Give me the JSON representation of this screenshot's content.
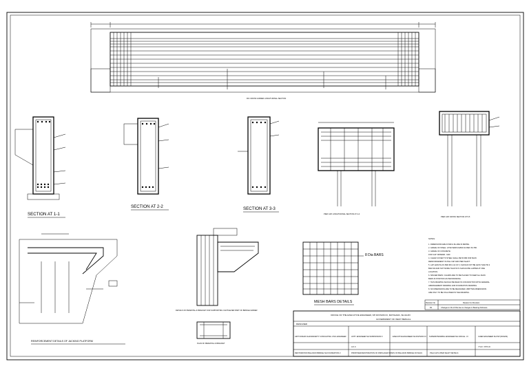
{
  "drawing": {
    "sheet_title": "Reinforced concrete pier cap and jacking platform details",
    "long_section_caption": "R/C CROSS GIRDER LONGITUDINAL SECTION",
    "section_titles": {
      "s11": "SECTION AT 1-1",
      "s22": "SECTION AT 2-2",
      "s33": "SECTION AT 3-3",
      "pier_long": "PIER CAP LONGITUDINAL SECTION AT 4-4",
      "pier_cross": "PIER CAP CROSS SECTION AT 5-5",
      "jacking": "REINFORCEMENT DETAILS OF JACKING PLATFORM",
      "pedestal_caption": "DETAILS OF PEDESTAL & BRACKET FOR SUPPORTING CANTILEVER PART OF BRIDGE GIRDER",
      "pedestal_plan": "PLAN OF PEDESTAL & BRACKET",
      "mesh": "MESH BARS DETAILS",
      "mesh_label": "8 Dia BARS"
    },
    "notes": {
      "heading": "NOTES:",
      "items": [
        "1. DIMENSIONS ARE IN MM & RL ARE IN METRE.",
        "2. GRADE OF STEEL: HYSD BARS FE500 AS PER IS:1786.",
        "3. GRADE OF CONCRETE:",
        "   FOR CAP: M35/ESR - M40",
        "4. CLEAR COVER TO STEEL SHALL BE 50 MM FOR MAIN",
        "   REINFORCEMENT IN PILE CAP AND PIER SHAFT.",
        "5. LAP LENGTH AS PER IRC-112 (N.Y.) SHOULD NOT BE LESS THAN 50 d",
        "   BAR DIA AND NOT MORE THAN 50 % SHOULD BE LAPPED AT ONE",
        "   LOCATION.",
        "6. SPACER BARS / CHAIRS ARE TO BE PLACED TO KEEP ALL MAIN",
        "   BARS IN POSITION AS PER DRAWING.",
        "7. THIS DRAWING SHOULD BE READ IN CONJUNCTION WITH GENERAL",
        "   ARRANGEMENT DRAWING AND FOUNDATION DRAWING.",
        "8. NO DIMENSIONS ARE TO BE MEASURED. WRITTEN DIMENSIONS",
        "   ARE ONLY TO BE FOLLOWED IN THE DRAWING."
      ]
    },
    "revision": {
      "col_no": "Revision No",
      "col_reason": "Reason For Revision",
      "row_no": "R1",
      "row_reason": "Changes in RL of Pile due to changes in Bearing thickness"
    },
    "title_block": {
      "office": "OFFICE OF THE EXECUTIVE ENGINEER, NH DIVISION III, MATIGARA, SILIGURI",
      "government": "GOVERNMENT OF WEST BENGAL",
      "designed": "DESIGNED",
      "designer": "ARIT KUMAR CHAKRAVARTY\nCONSULTING CIVIL ENGINEER",
      "asst": "ASTT. ENGINEER\nNH SUBDIVISION II",
      "exec": "EXECUTIVE ENGINEER\nNH DIVISION III",
      "super": "SUPERINTENDING ENGINEER\nNH CIRCLE - III",
      "chief": "CHIEF ENGINEER\nNH PW (ROADS)",
      "project": "RESTORATION BALASON BRIDGE NH FOUNDATION 2",
      "project_desc": "PROPOSED RESTORATION OF DISPLACED\nSPANS OF BALASON BRIDGE ON NH31",
      "drawing_name": "PILE CAP & PIER SHAFT DETAILS",
      "sign_left": "A.K.C",
      "sign_right": "Y.S.R. / P.P.S.D"
    }
  }
}
